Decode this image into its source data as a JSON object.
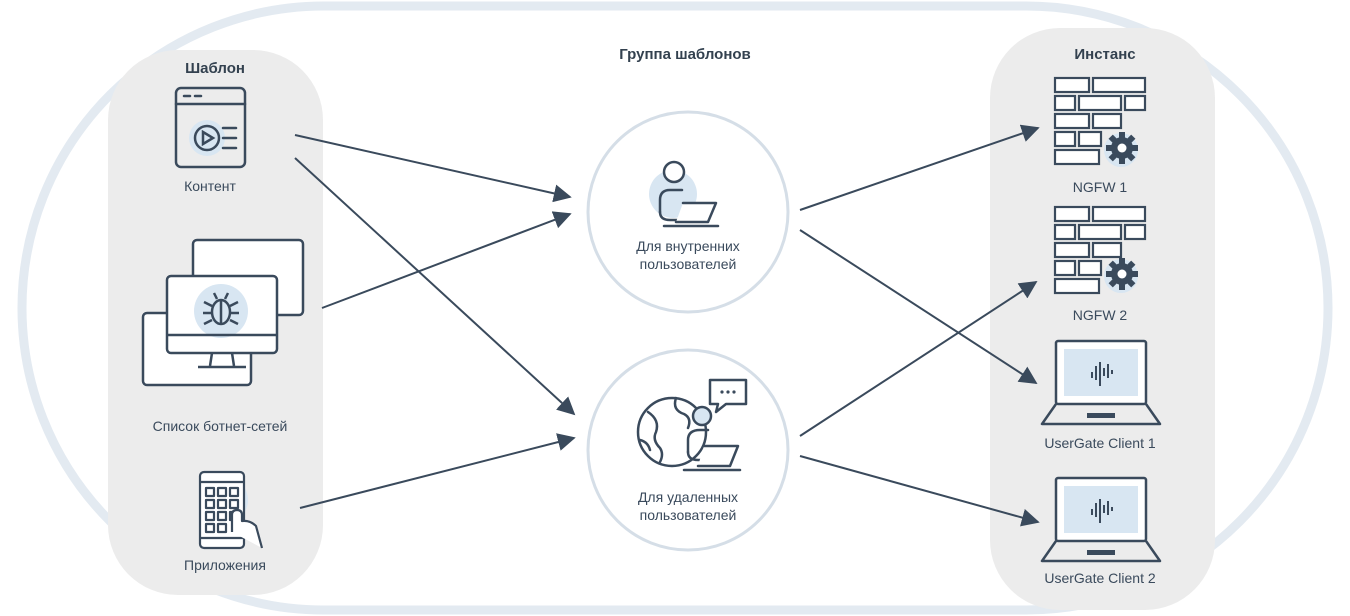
{
  "diagram": {
    "group_title": "Группа шаблонов",
    "templates": {
      "title": "Шаблон",
      "items": [
        {
          "label": "Контент",
          "icon": "content-icon"
        },
        {
          "label": "Список ботнет-сетей",
          "icon": "botnet-icon"
        },
        {
          "label": "Приложения",
          "icon": "applications-icon"
        }
      ]
    },
    "groups": [
      {
        "label": "Для внутренних пользователей",
        "icon": "internal-user-icon"
      },
      {
        "label": "Для удаленных пользователей",
        "icon": "remote-user-icon"
      }
    ],
    "instances": {
      "title": "Инстанс",
      "items": [
        {
          "label": "NGFW 1",
          "icon": "firewall-icon"
        },
        {
          "label": "NGFW 2",
          "icon": "firewall-icon"
        },
        {
          "label": "UserGate Client 1",
          "icon": "laptop-icon"
        },
        {
          "label": "UserGate Client 2",
          "icon": "laptop-icon"
        }
      ]
    },
    "colors": {
      "ring": "#e3eaf1",
      "panel": "#ececec",
      "stroke": "#3a4a5c",
      "icon_bg": "#d8e6f2",
      "circle_stroke": "#d5dee7"
    }
  }
}
